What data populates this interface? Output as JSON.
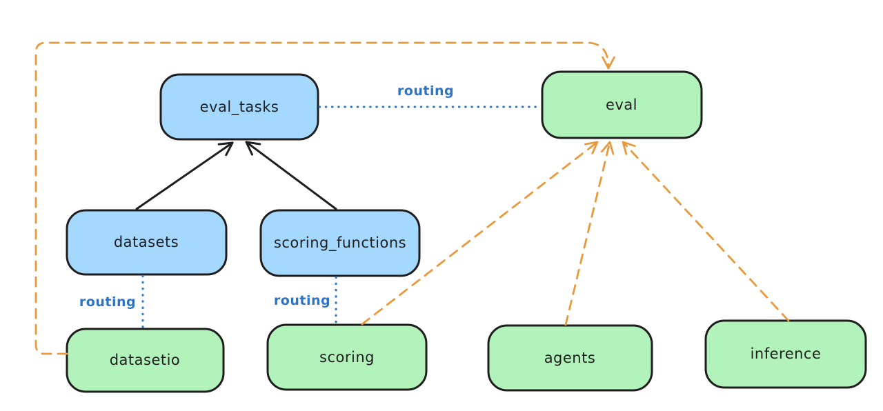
{
  "colors": {
    "background": "#ffffff",
    "node_stroke": "#1e1e1e",
    "label_text": "#1e1e1e",
    "blue_node_fill": "#a5d8ff",
    "green_node_fill": "#b2f2bb",
    "black_edge": "#1e1e1e",
    "orange_edge": "#e8993c",
    "routing_blue": "#2d74c6"
  },
  "nodes": [
    {
      "id": "eval_tasks",
      "label": "eval_tasks",
      "color": "blue"
    },
    {
      "id": "eval",
      "label": "eval",
      "color": "green"
    },
    {
      "id": "datasets",
      "label": "datasets",
      "color": "blue"
    },
    {
      "id": "scoring_functions",
      "label": "scoring_functions",
      "color": "blue"
    },
    {
      "id": "datasetio",
      "label": "datasetio",
      "color": "green"
    },
    {
      "id": "scoring",
      "label": "scoring",
      "color": "green"
    },
    {
      "id": "agents",
      "label": "agents",
      "color": "green"
    },
    {
      "id": "inference",
      "label": "inference",
      "color": "green"
    }
  ],
  "edges": [
    {
      "from": "datasets",
      "to": "eval_tasks",
      "style": "solid",
      "color": "black",
      "label": ""
    },
    {
      "from": "scoring_functions",
      "to": "eval_tasks",
      "style": "solid",
      "color": "black",
      "label": ""
    },
    {
      "from": "eval_tasks",
      "to": "eval",
      "style": "dotted",
      "color": "blue",
      "label": "routing"
    },
    {
      "from": "datasets",
      "to": "datasetio",
      "style": "dotted",
      "color": "blue",
      "label": "routing"
    },
    {
      "from": "scoring_functions",
      "to": "scoring",
      "style": "dotted",
      "color": "blue",
      "label": "routing"
    },
    {
      "from": "datasetio",
      "to": "eval",
      "style": "dashed",
      "color": "orange",
      "label": ""
    },
    {
      "from": "scoring",
      "to": "eval",
      "style": "dashed",
      "color": "orange",
      "label": ""
    },
    {
      "from": "agents",
      "to": "eval",
      "style": "dashed",
      "color": "orange",
      "label": ""
    },
    {
      "from": "inference",
      "to": "eval",
      "style": "dashed",
      "color": "orange",
      "label": ""
    }
  ]
}
